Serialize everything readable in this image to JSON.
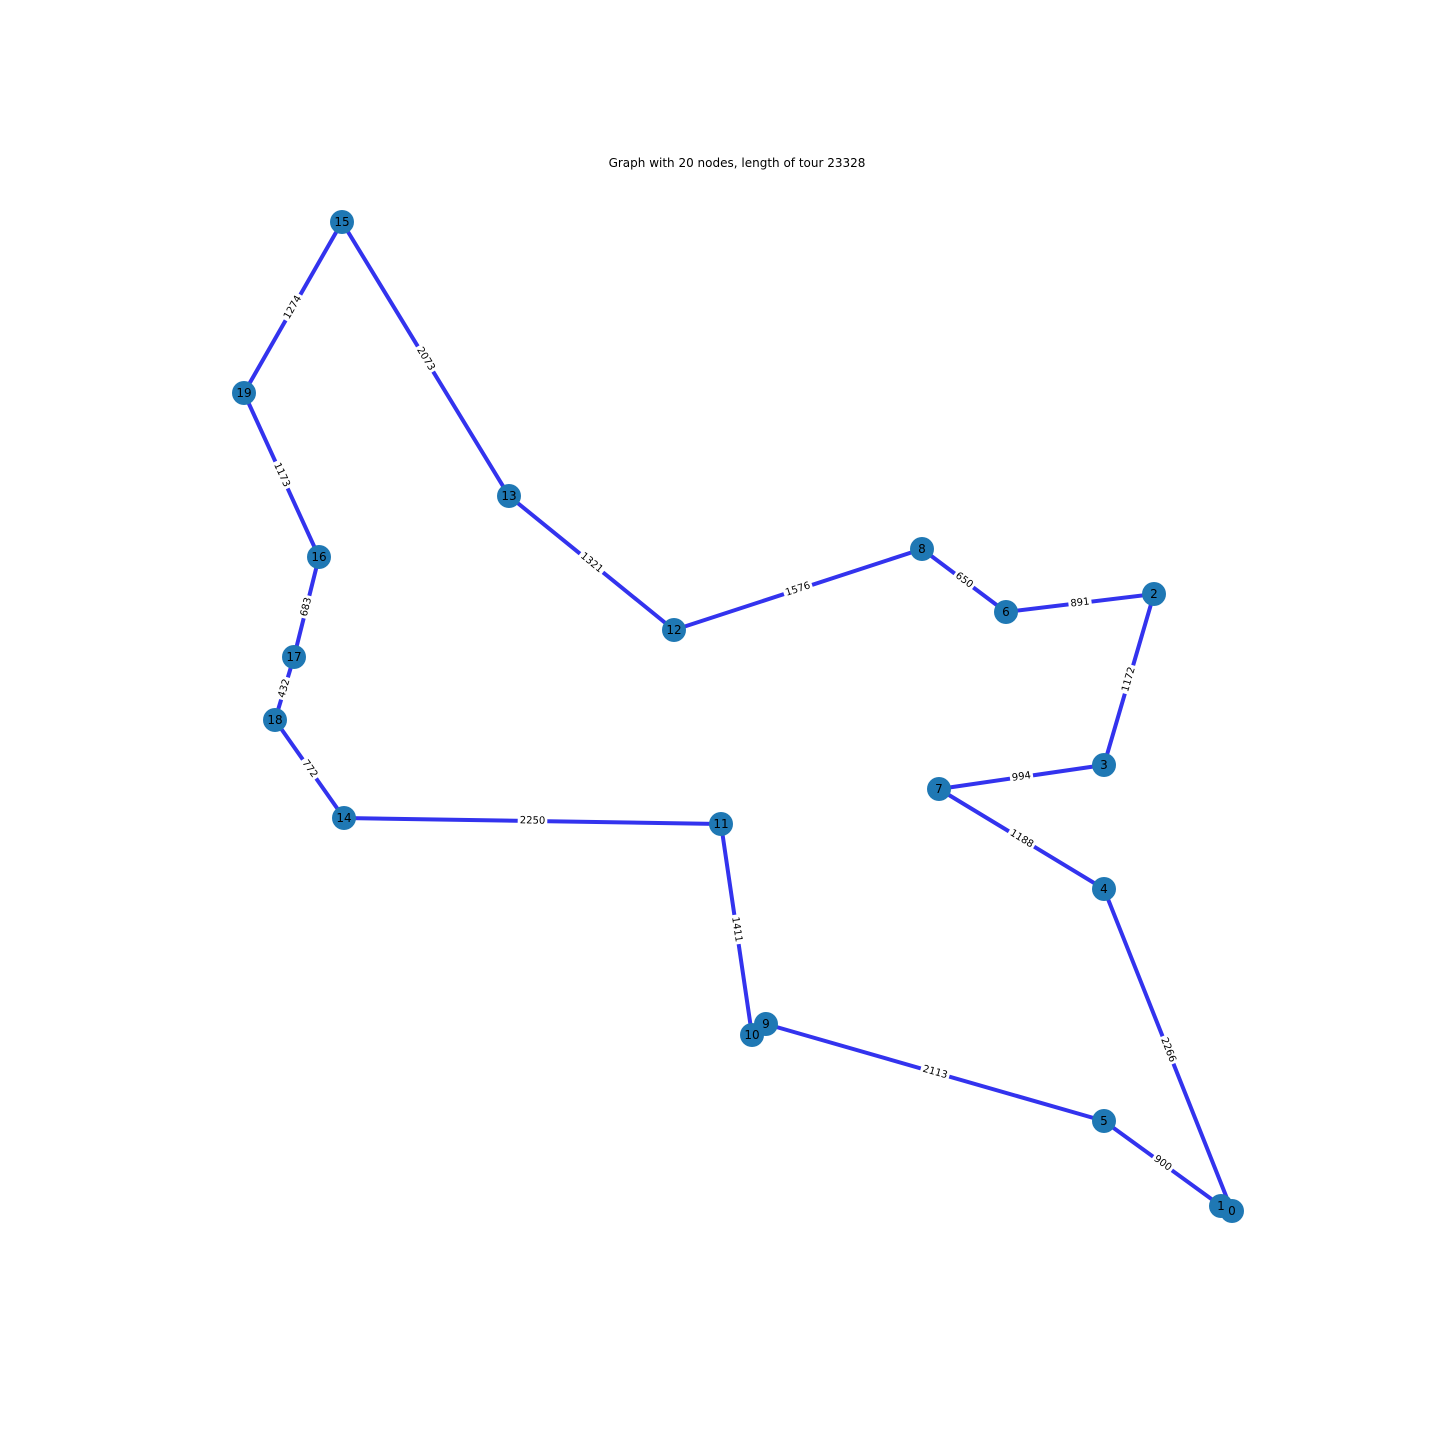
{
  "title": "Graph with 20 nodes, length of tour 23328",
  "graph": {
    "nodes": [
      {
        "id": "0",
        "label": "0"
      },
      {
        "id": "1",
        "label": "1"
      },
      {
        "id": "2",
        "label": "2"
      },
      {
        "id": "3",
        "label": "3"
      },
      {
        "id": "4",
        "label": "4"
      },
      {
        "id": "5",
        "label": "5"
      },
      {
        "id": "6",
        "label": "6"
      },
      {
        "id": "7",
        "label": "7"
      },
      {
        "id": "8",
        "label": "8"
      },
      {
        "id": "9",
        "label": "9"
      },
      {
        "id": "10",
        "label": "10"
      },
      {
        "id": "11",
        "label": "11"
      },
      {
        "id": "12",
        "label": "12"
      },
      {
        "id": "13",
        "label": "13"
      },
      {
        "id": "14",
        "label": "14"
      },
      {
        "id": "15",
        "label": "15"
      },
      {
        "id": "16",
        "label": "16"
      },
      {
        "id": "17",
        "label": "17"
      },
      {
        "id": "18",
        "label": "18"
      },
      {
        "id": "19",
        "label": "19"
      }
    ],
    "edges": [
      {
        "from": "15",
        "to": "19",
        "weight": "1274"
      },
      {
        "from": "15",
        "to": "13",
        "weight": "2073"
      },
      {
        "from": "19",
        "to": "16",
        "weight": "1173"
      },
      {
        "from": "13",
        "to": "12",
        "weight": "1321"
      },
      {
        "from": "12",
        "to": "8",
        "weight": "1576"
      },
      {
        "from": "8",
        "to": "6",
        "weight": "650"
      },
      {
        "from": "6",
        "to": "2",
        "weight": "891"
      },
      {
        "from": "2",
        "to": "3",
        "weight": "1172"
      },
      {
        "from": "3",
        "to": "7",
        "weight": "994"
      },
      {
        "from": "7",
        "to": "4",
        "weight": "1188"
      },
      {
        "from": "4",
        "to": "0",
        "weight": "2266"
      },
      {
        "from": "1",
        "to": "5",
        "weight": "900"
      },
      {
        "from": "5",
        "to": "9",
        "weight": "2113"
      },
      {
        "from": "10",
        "to": "11",
        "weight": "1411"
      },
      {
        "from": "11",
        "to": "14",
        "weight": "2250"
      },
      {
        "from": "14",
        "to": "18",
        "weight": "772"
      },
      {
        "from": "18",
        "to": "17",
        "weight": "432"
      },
      {
        "from": "17",
        "to": "16",
        "weight": "683"
      }
    ]
  },
  "colors": {
    "node": "#1f78b4",
    "edge": "#3333ee",
    "background": "#ffffff"
  }
}
